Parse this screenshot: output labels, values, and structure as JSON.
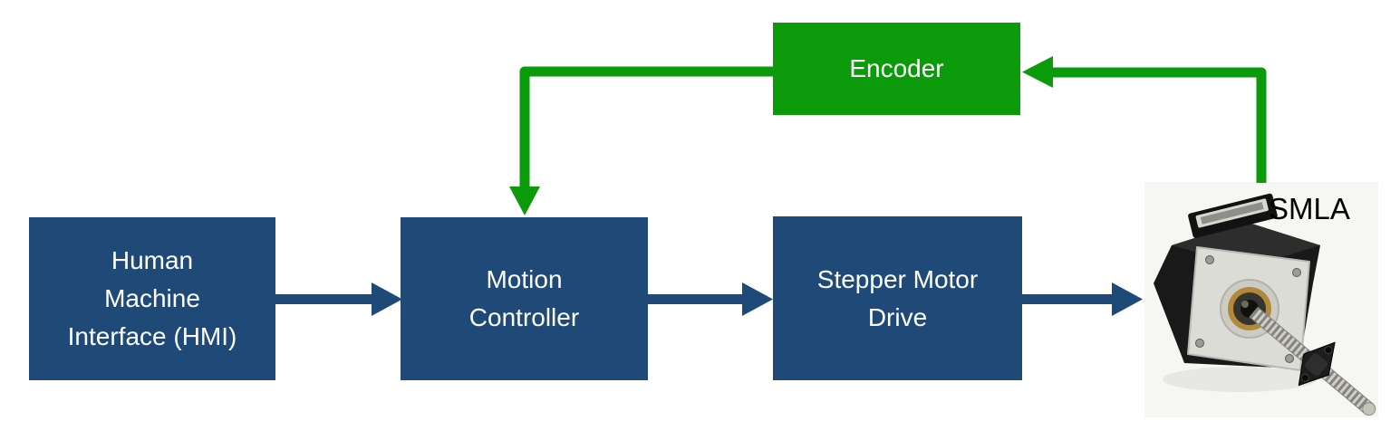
{
  "colors": {
    "box_blue": "#1F4A78",
    "box_green": "#0A9A0A",
    "box_text": "#FFFFFF",
    "label_text": "#000000",
    "background": "#FFFFFF"
  },
  "nodes": {
    "hmi": {
      "line1": "Human",
      "line2": "Machine",
      "line3": "Interface (HMI)"
    },
    "motion": {
      "line1": "Motion",
      "line2": "Controller"
    },
    "stepper": {
      "line1": "Stepper Motor",
      "line2": "Drive"
    },
    "encoder": {
      "line1": "Encoder"
    }
  },
  "actuator": {
    "label": "SMLA",
    "image_icon": "stepper-motor-linear-actuator-photo"
  },
  "connections": {
    "forward": [
      "hmi -> motion",
      "motion -> stepper",
      "stepper -> smla"
    ],
    "feedback": [
      "smla -> encoder",
      "encoder -> motion"
    ]
  }
}
